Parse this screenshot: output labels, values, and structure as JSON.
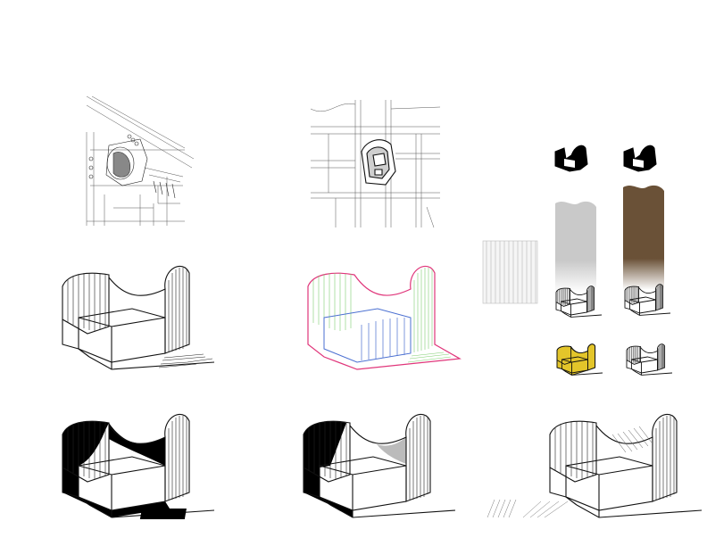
{
  "board": {
    "background": "#ffffff",
    "colors": {
      "line": "#111111",
      "magenta_outline": "#e0357a",
      "green_hatch": "#7fcf6f",
      "blue_hatch": "#4a6fd1",
      "gray_swatch": "#c8c8c8",
      "brown_swatch": "#6b5238",
      "yellow_swatch": "#e3c52a",
      "black_fill": "#000000"
    },
    "panels": [
      {
        "id": "site-plan-detail",
        "icon": "site-map-detailed"
      },
      {
        "id": "site-plan-context",
        "icon": "site-map-streets"
      },
      {
        "id": "massing-line",
        "icon": "building-massing-line"
      },
      {
        "id": "massing-color-outline",
        "icon": "building-massing-colored"
      },
      {
        "id": "material-study",
        "icon": "material-swatches"
      },
      {
        "id": "massing-black-shadow",
        "icon": "building-massing-shadow"
      },
      {
        "id": "massing-partial-shadow",
        "icon": "building-massing-partial-shadow"
      },
      {
        "id": "massing-hatched",
        "icon": "building-massing-hatched"
      }
    ]
  }
}
